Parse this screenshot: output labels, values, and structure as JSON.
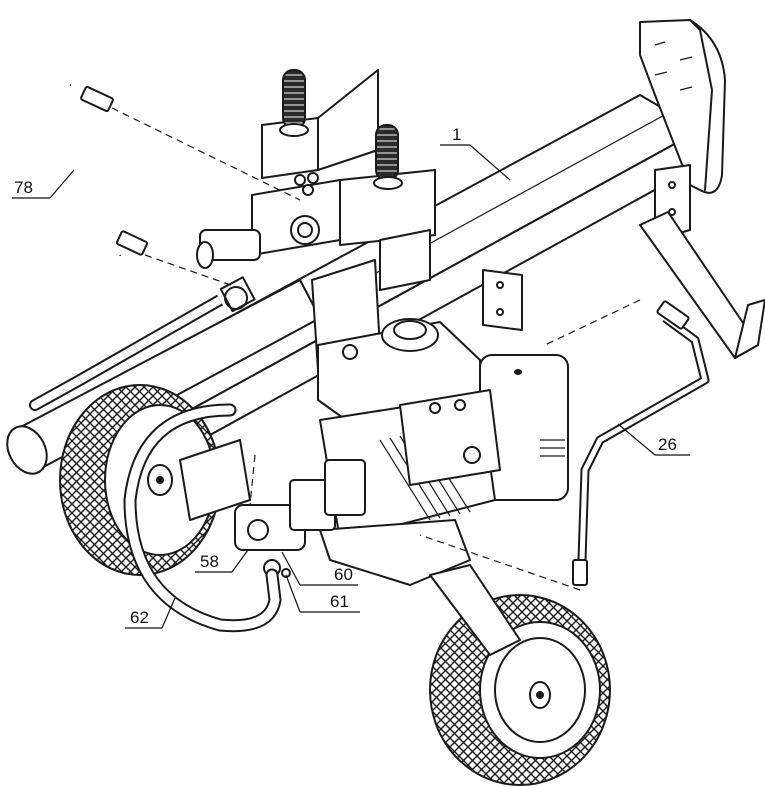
{
  "callouts": [
    {
      "id": "78",
      "label": "78"
    },
    {
      "id": "1",
      "label": "1"
    },
    {
      "id": "26",
      "label": "26"
    },
    {
      "id": "58",
      "label": "58"
    },
    {
      "id": "60",
      "label": "60"
    },
    {
      "id": "61",
      "label": "61"
    },
    {
      "id": "62",
      "label": "62"
    }
  ],
  "colors": {
    "line": "#1a1a1a",
    "background": "#ffffff"
  }
}
